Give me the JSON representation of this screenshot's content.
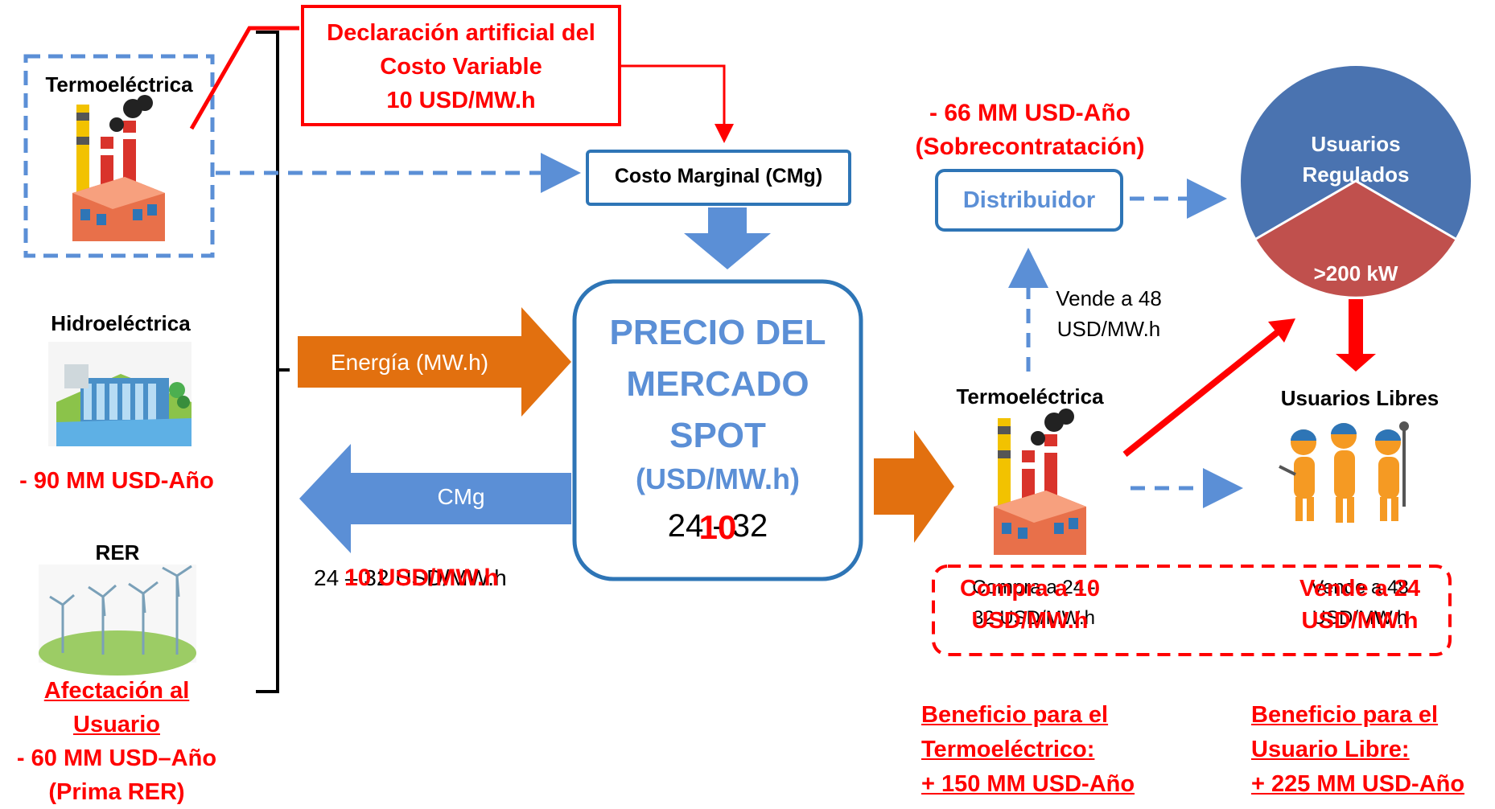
{
  "left": {
    "thermo_label": "Termoeléctrica",
    "hydro_label": "Hidroeléctrica",
    "hydro_loss": "- 90 MM USD-Año",
    "rer_label": "RER",
    "afectacion_line1": "Afectación al",
    "afectacion_line2": "Usuario",
    "rer_loss": "- 60 MM USD–Año",
    "rer_note": "(Prima RER)"
  },
  "declaration": {
    "line1": "Declaración artificial  del",
    "line2": "Costo Variable",
    "line3": "10 USD/MW.h"
  },
  "cmg_box": "Costo Marginal (CMg)",
  "energy_arrow": "Energía (MW.h)",
  "cmg_arrow": "CMg",
  "cmg_value_old": "24 – 32 USD/MW.h",
  "cmg_value_new": "10 USD/MW.h",
  "spot": {
    "line1": "PRECIO DEL",
    "line2": "MERCADO",
    "line3": "SPOT",
    "line4": "(USD/MW.h)",
    "value_old": "24 - 32",
    "value_new": "10"
  },
  "right": {
    "distrib_loss_line1": "- 66 MM USD-Año",
    "distrib_loss_line2": "(Sobrecontratación)",
    "distribuidor": "Distribuidor",
    "vende_line1": "Vende a 48",
    "vende_line2": "USD/MW.h",
    "thermo_label": "Termoeléctrica",
    "pie_top_line1": "Usuarios",
    "pie_top_line2": "Regulados",
    "pie_bottom": ">200 kW",
    "libres_label": "Usuarios Libres",
    "compra_old_line1": "Compra a 24 -",
    "compra_old_line2": "32 USD/MW.h",
    "compra_new_line1": "Compra a 10",
    "compra_new_line2": "USD/MW.h",
    "vende_old_line1": "Vende a 48",
    "vende_old_line2": "USD/MW.h",
    "vende_new_line1": "Vende a 24",
    "vende_new_line2": "USD/MW.h",
    "benef_thermo_line1": "Beneficio para el",
    "benef_thermo_line2": "Termoeléctrico:",
    "benef_thermo_line3": "+ 150 MM USD-Año",
    "benef_user_line1": "Beneficio para el",
    "benef_user_line2": "Usuario Libre:",
    "benef_user_line3": "+ 225 MM USD-Año"
  },
  "colors": {
    "red": "#ff0000",
    "blue": "#5b8fd6",
    "dark_blue": "#2e75b6",
    "orange": "#e2700f",
    "pie_blue": "#4a73b0",
    "pie_red": "#c0504d"
  }
}
